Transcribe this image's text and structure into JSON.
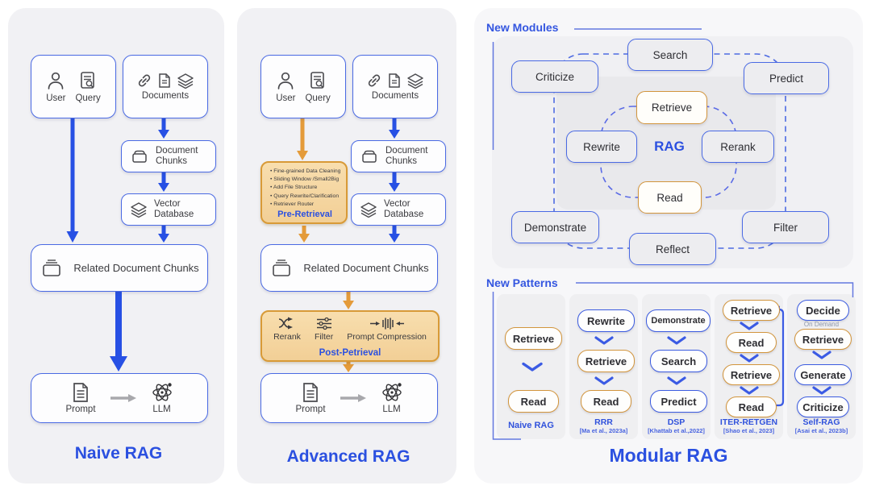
{
  "colors": {
    "primary_blue": "#2B50E0",
    "border_blue": "#4A6AE4",
    "arrow_blue": "#2750E4",
    "arrow_orange": "#E49B3A",
    "orange_border": "#D89A37",
    "orange_fill": "#F6D8A4",
    "panel_gray": "#F1F1F4",
    "box_gray": "#EDEDF0"
  },
  "naive": {
    "title": "Naive RAG",
    "user_label": "User",
    "query_label": "Query",
    "documents_label": "Documents",
    "document_chunks_label": "Document Chunks",
    "vector_database_label": "Vector Database",
    "related_chunks_label": "Related Document Chunks",
    "prompt_label": "Prompt",
    "llm_label": "LLM"
  },
  "advanced": {
    "title": "Advanced RAG",
    "user_label": "User",
    "query_label": "Query",
    "documents_label": "Documents",
    "document_chunks_label": "Document Chunks",
    "vector_database_label": "Vector Database",
    "related_chunks_label": "Related Document Chunks",
    "prompt_label": "Prompt",
    "llm_label": "LLM",
    "pre_retrieval": {
      "bullets": [
        "Fine-grained Data Cleaning",
        "Sliding Window /Small2Big",
        "Add File Structure",
        "Query Rewrite/Clarification",
        "Retriever Router"
      ],
      "label": "Pre-Retrieval"
    },
    "post_retrieval": {
      "rerank_label": "Rerank",
      "filter_label": "Filter",
      "compression_label": "Prompt Compression",
      "label": "Post-Petrieval"
    }
  },
  "modular": {
    "title": "Modular RAG",
    "new_modules": {
      "label": "New Modules",
      "search": "Search",
      "criticize": "Criticize",
      "predict": "Predict",
      "retrieve": "Retrieve",
      "rewrite": "Rewrite",
      "rag": "RAG",
      "rerank": "Rerank",
      "read": "Read",
      "demonstrate": "Demonstrate",
      "filter": "Filter",
      "reflect": "Reflect"
    },
    "new_patterns": {
      "label": "New Patterns",
      "columns": [
        {
          "name": "Naive RAG",
          "cite": "",
          "steps": [
            "Retrieve",
            "Read"
          ]
        },
        {
          "name": "RRR",
          "cite": "[Ma et al., 2023a]",
          "steps": [
            "Rewrite",
            "Retrieve",
            "Read"
          ]
        },
        {
          "name": "DSP",
          "cite": "[Khattab et al.,2022]",
          "steps": [
            "Demonstrate",
            "Search",
            "Predict"
          ]
        },
        {
          "name": "ITER-RETGEN",
          "cite": "[Shao et al., 2023]",
          "steps": [
            "Retrieve",
            "Read",
            "Retrieve",
            "Read"
          ]
        },
        {
          "name": "Self-RAG",
          "cite": "[Asai et al., 2023b]",
          "on_demand": "On Demand",
          "steps": [
            "Decide",
            "Retrieve",
            "Generate",
            "Criticize"
          ]
        }
      ]
    }
  }
}
